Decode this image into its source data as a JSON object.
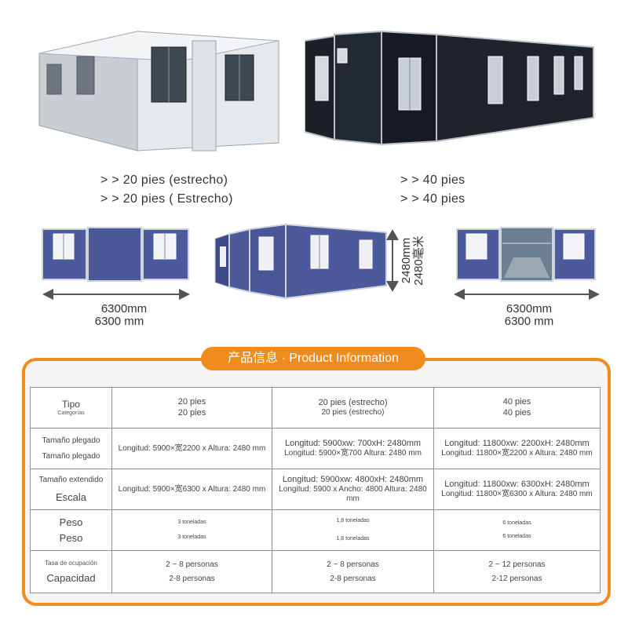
{
  "captions": {
    "left_line1": "> > 20 pies (estrecho)",
    "left_line2": "> > 20 pies ( Estrecho)",
    "right_line1": "> > 40 pies",
    "right_line2": "> > 40 pies"
  },
  "dimensions": {
    "left_line1": "6300mm",
    "left_line2": "6300 mm",
    "height_line1": "2480mm",
    "height_line2": "2480毫米",
    "right_line1": "6300mm",
    "right_line2": "6300 mm"
  },
  "panel_title": "产品信息 · Product Information",
  "table": {
    "rows": [
      {
        "label1": "Tipo",
        "label2": "Categorías",
        "c1a": "20 pies",
        "c1b": "20 pies",
        "c2a": "20 pies (estrecho)",
        "c2b": "20 pies (estrecho)",
        "c3a": "40 pies",
        "c3b": "40 pies"
      },
      {
        "label1": "Tamaño plegado",
        "label2": "Tamaño plegado",
        "c1a": "Longitud: 5900×宽2200 x Altura: 2480 mm",
        "c1b": "",
        "c2a": "Longitud: 5900xw: 700xH: 2480mm",
        "c2b": "Longitud: 5900×宽700 Altura: 2480 mm",
        "c3a": "Longitud: 11800xw: 2200xH: 2480mm",
        "c3b": "Longitud: 11800×宽2200 x Altura: 2480 mm"
      },
      {
        "label1": "Tamaño extendido",
        "label2": "Escala",
        "c1a": "Longitud: 5900×宽6300 x Altura: 2480 mm",
        "c1b": "",
        "c2a": "Longitud: 5900xw: 4800xH: 2480mm",
        "c2b": "Longitud: 5900 x Ancho: 4800 Altura: 2480 mm",
        "c3a": "Longitud: 11800xw: 6300xH: 2480mm",
        "c3b": "Longitud: 11800×宽6300 x Altura: 2480 mm"
      },
      {
        "label1": "Peso",
        "label2": "Peso",
        "c1a": "3 toneladas",
        "c1b": "3 toneladas",
        "c2a": "1,8 toneladas",
        "c2b": "1,8 toneladas",
        "c3a": "6 toneladas",
        "c3b": "6 toneladas"
      },
      {
        "label1": "Tasa de ocupación",
        "label2": "Capacidad",
        "c1a": "2 ~ 8 personas",
        "c1b": "2-8 personas",
        "c2a": "2 ~ 8 personas",
        "c2b": "2-8 personas",
        "c3a": "2 ~ 12 personas",
        "c3b": "2-12 personas"
      }
    ]
  }
}
